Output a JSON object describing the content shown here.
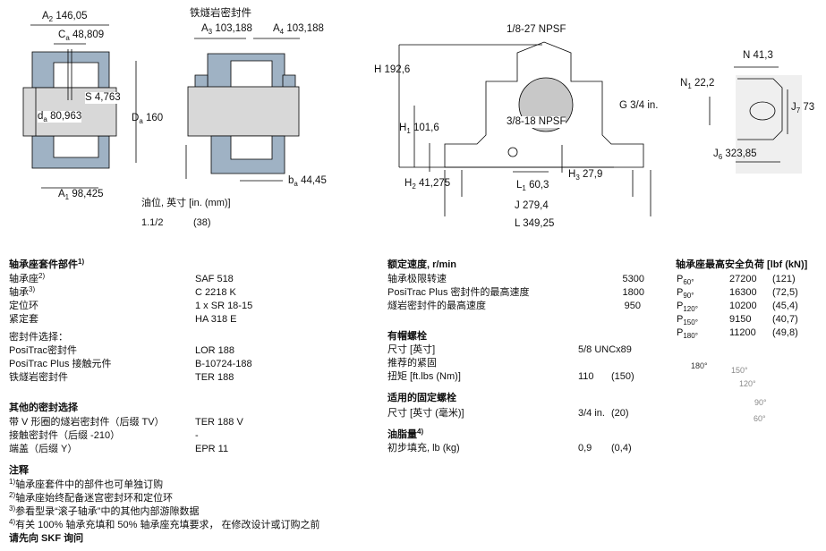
{
  "drawings": {
    "left": {
      "A2": {
        "sym": "A",
        "sub": "2",
        "val": "146,05"
      },
      "Ca": {
        "sym": "C",
        "sub": "a",
        "val": "48,809"
      },
      "S": {
        "sym": "S",
        "val": "4,763"
      },
      "da": {
        "sym": "d",
        "sub": "a",
        "val": "80,963"
      },
      "Da": {
        "sym": "D",
        "sub": "a",
        "val": "160"
      },
      "A1": {
        "sym": "A",
        "sub": "1",
        "val": "98,425"
      }
    },
    "taconite": {
      "title": "铁燧岩密封件",
      "A3": {
        "sym": "A",
        "sub": "3",
        "val": "103,188"
      },
      "A4": {
        "sym": "A",
        "sub": "4",
        "val": "103,188"
      },
      "ba": {
        "sym": "b",
        "sub": "a",
        "val": "44,45"
      }
    },
    "oil_level": {
      "label": "油位, 英寸 [in. (mm)]",
      "inch": "1.1/2",
      "mm": "(38)"
    },
    "front": {
      "top_thread": "1/8-27 NPSF",
      "H": {
        "sym": "H",
        "val": "192,6"
      },
      "H1": {
        "sym": "H",
        "sub": "1",
        "val": "101,6"
      },
      "G": {
        "sym": "G",
        "val": "3/4 in."
      },
      "side_thread": "3/8-18 NPSF",
      "H2": {
        "sym": "H",
        "sub": "2",
        "val": "41,275"
      },
      "L1": {
        "sym": "L",
        "sub": "1",
        "val": "60,3"
      },
      "H3": {
        "sym": "H",
        "sub": "3",
        "val": "27,9"
      },
      "J": {
        "sym": "J",
        "val": "279,4"
      },
      "L": {
        "sym": "L",
        "val": "349,25"
      }
    },
    "foot": {
      "N": {
        "sym": "N",
        "val": "41,3"
      },
      "N1": {
        "sym": "N",
        "sub": "1",
        "val": "22,2"
      },
      "J7": {
        "sym": "J",
        "sub": "7",
        "val": "73"
      },
      "J6": {
        "sym": "J",
        "sub": "6",
        "val": "323,85"
      }
    }
  },
  "kit": {
    "heading": "轴承座套件部件",
    "heading_sup": "1)",
    "rows": [
      {
        "label": "轴承座",
        "sup": "2)",
        "value": "SAF 518"
      },
      {
        "label": "轴承",
        "sup": "3)",
        "value": "C 2218 K"
      },
      {
        "label": "定位环",
        "value": "1 x SR 18-15"
      },
      {
        "label": "紧定套",
        "value": "HA 318 E"
      }
    ],
    "seal_heading": "密封件选择：",
    "seals": [
      {
        "label": "PosiTrac密封件",
        "value": "LOR 188"
      },
      {
        "label": "PosiTrac Plus 接触元件",
        "value": "B-10724-188"
      },
      {
        "label": "铁燧岩密封件",
        "value": "TER 188"
      }
    ]
  },
  "other_seals": {
    "heading": "其他的密封选择",
    "rows": [
      {
        "label": "带 V 形圈的燧岩密封件（后缀 TV）",
        "value": "TER 188 V"
      },
      {
        "label": "接触密封件（后缀 -210）",
        "value": "-"
      },
      {
        "label": "端盖（后缀 Y）",
        "value": "EPR 11"
      }
    ]
  },
  "notes": {
    "heading": "注释",
    "items": [
      {
        "sup": "1)",
        "text": "轴承座套件中的部件也可单独订购"
      },
      {
        "sup": "2)",
        "text": "轴承座始终配备迷宫密封环和定位环"
      },
      {
        "sup": "3)",
        "text": "参看型录“滚子轴承”中的其他内部游隙数据"
      },
      {
        "sup": "4)",
        "text": "有关 100% 轴承充填和 50% 轴承座充填要求， 在修改设计或订购之前"
      }
    ],
    "footer": "请先向 SKF 询问"
  },
  "speeds": {
    "heading": "额定速度, r/min",
    "rows": [
      {
        "label": "轴承极限转速",
        "value": "5300"
      },
      {
        "label": "PosiTrac Plus 密封件的最高速度",
        "value": "1800"
      },
      {
        "label": "燧岩密封件的最高速度",
        "value": "950"
      }
    ]
  },
  "cap_bolts": {
    "heading": "有帽螺栓",
    "size_label": "尺寸 [英寸]",
    "size_value": "5/8 UNCx89",
    "torque_label1": "推荐的紧固",
    "torque_label2": "扭矩 [ft.lbs (Nm)]",
    "torque_ft": "110",
    "torque_nm": "(150)"
  },
  "attachment_bolts": {
    "heading": "适用的固定螺栓",
    "size_label": "尺寸 [英寸 (毫米)]",
    "size_in": "3/4 in.",
    "size_mm": "(20)"
  },
  "grease": {
    "heading": "油脂量",
    "heading_sup": "4)",
    "label": "初步填充, lb (kg)",
    "lb": "0,9",
    "kg": "(0,4)"
  },
  "loads": {
    "heading": "轴承座最高安全负荷 [lbf (kN)]",
    "rows": [
      {
        "p": "P",
        "sub": "60°",
        "lbf": "27200",
        "kn": "(121)"
      },
      {
        "p": "P",
        "sub": "90°",
        "lbf": "16300",
        "kn": "(72,5)"
      },
      {
        "p": "P",
        "sub": "120°",
        "lbf": "10200",
        "kn": "(45,4)"
      },
      {
        "p": "P",
        "sub": "150°",
        "lbf": "9150",
        "kn": "(40,7)"
      },
      {
        "p": "P",
        "sub": "180°",
        "lbf": "11200",
        "kn": "(49,8)"
      }
    ],
    "angles": [
      "180°",
      "150°",
      "120°",
      "90°",
      "60°"
    ]
  },
  "colors": {
    "housing": "#9fb2c4",
    "shaft": "#cfcfcf",
    "line": "#000000"
  }
}
